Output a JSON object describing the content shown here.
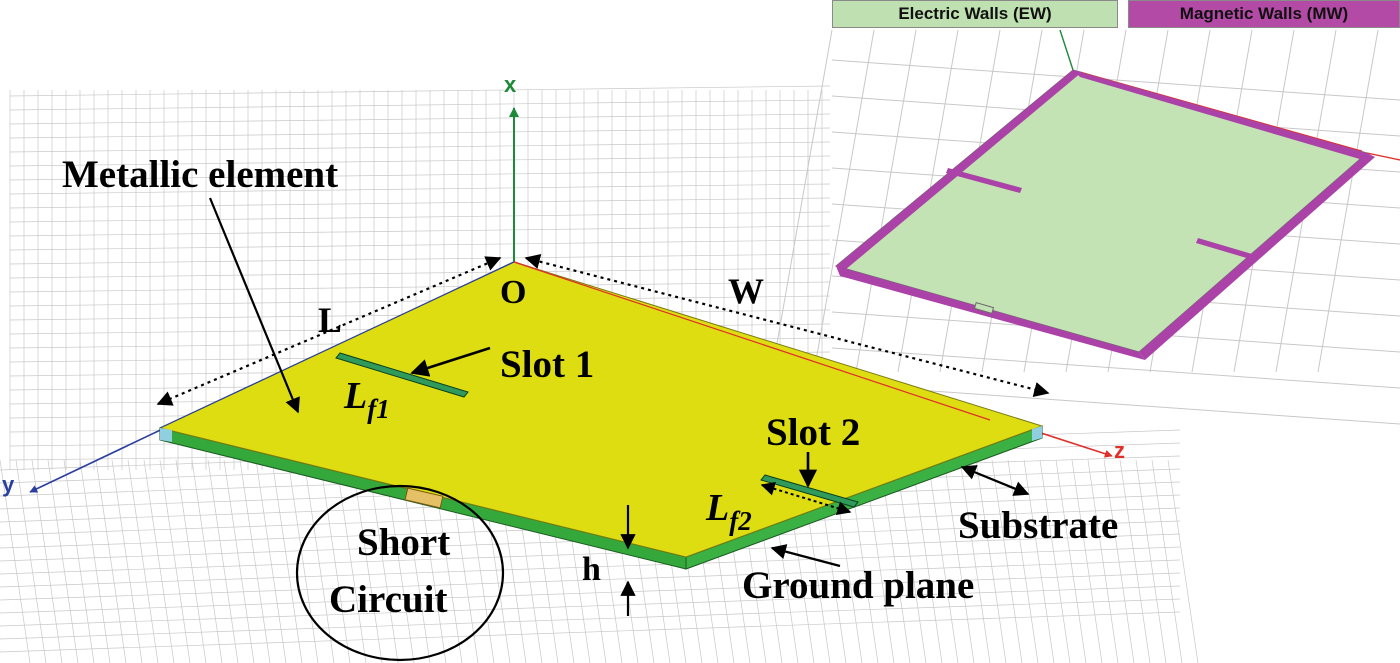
{
  "legend": {
    "electric": {
      "label": "Electric Walls (EW)",
      "color": "#bfe0b0"
    },
    "magnetic": {
      "label": "Magnetic Walls (MW)",
      "color": "#b24aa6"
    }
  },
  "axes": {
    "x": "x",
    "y": "y",
    "z": "z"
  },
  "labels": {
    "origin": "O",
    "length": "L",
    "width": "W",
    "height": "h",
    "metallic_element": "Metallic element",
    "slot1": "Slot 1",
    "slot2": "Slot 2",
    "lf1_main": "L",
    "lf1_sub": "f1",
    "lf2_main": "L",
    "lf2_sub": "f2",
    "substrate": "Substrate",
    "ground_plane": "Ground plane",
    "short_line1": "Short",
    "short_line2": "Circuit"
  },
  "colors": {
    "patch": "#dddd12",
    "substrate": "#35a83c",
    "substrate_edge": "#8fcfe0",
    "wall_green": "#c4e3b4",
    "wall_purple": "#ab42a8",
    "axis_x": "#1d8a3a",
    "axis_y": "#2a3f9e",
    "axis_z": "#e0302a",
    "grid": "#c8c8c8"
  }
}
